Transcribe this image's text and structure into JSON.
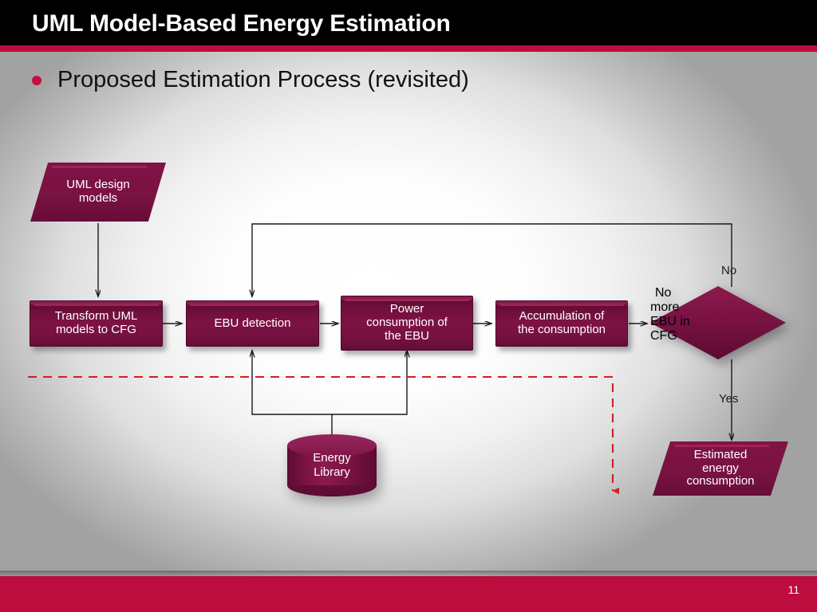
{
  "slide": {
    "title": "UML Model-Based Energy Estimation",
    "bullet": "Proposed Estimation Process (revisited)",
    "number": "11"
  },
  "colors": {
    "title_bar": "#000000",
    "accent_stripe": "#bd0d3e",
    "footer": "#bd0d3e",
    "node_fill": "#7a1242",
    "node_text": "#ffffff",
    "connector": "#1a1a1a",
    "dashed_connector": "#cc2027"
  },
  "diagram": {
    "nodes": [
      {
        "id": "uml-design-models",
        "shape": "parallelogram",
        "label": "UML design\nmodels"
      },
      {
        "id": "transform-uml-to-cfg",
        "shape": "rectangle",
        "label": "Transform UML\nmodels to CFG"
      },
      {
        "id": "ebu-detection",
        "shape": "rectangle",
        "label": "EBU detection"
      },
      {
        "id": "power-consumption-ebu",
        "shape": "rectangle",
        "label": "Power\nconsumption of\nthe EBU"
      },
      {
        "id": "accumulation",
        "shape": "rectangle",
        "label": "Accumulation of\nthe consumption"
      },
      {
        "id": "no-more-ebu-decision",
        "shape": "diamond",
        "label": "No\nmore\nEBU in\nCFG"
      },
      {
        "id": "energy-library",
        "shape": "cylinder",
        "label": "Energy\nLibrary"
      },
      {
        "id": "estimated-energy",
        "shape": "parallelogram",
        "label": "Estimated\nenergy\nconsumption"
      }
    ],
    "edge_labels": [
      {
        "id": "branch-no",
        "text": "No"
      },
      {
        "id": "branch-yes",
        "text": "Yes"
      }
    ]
  }
}
